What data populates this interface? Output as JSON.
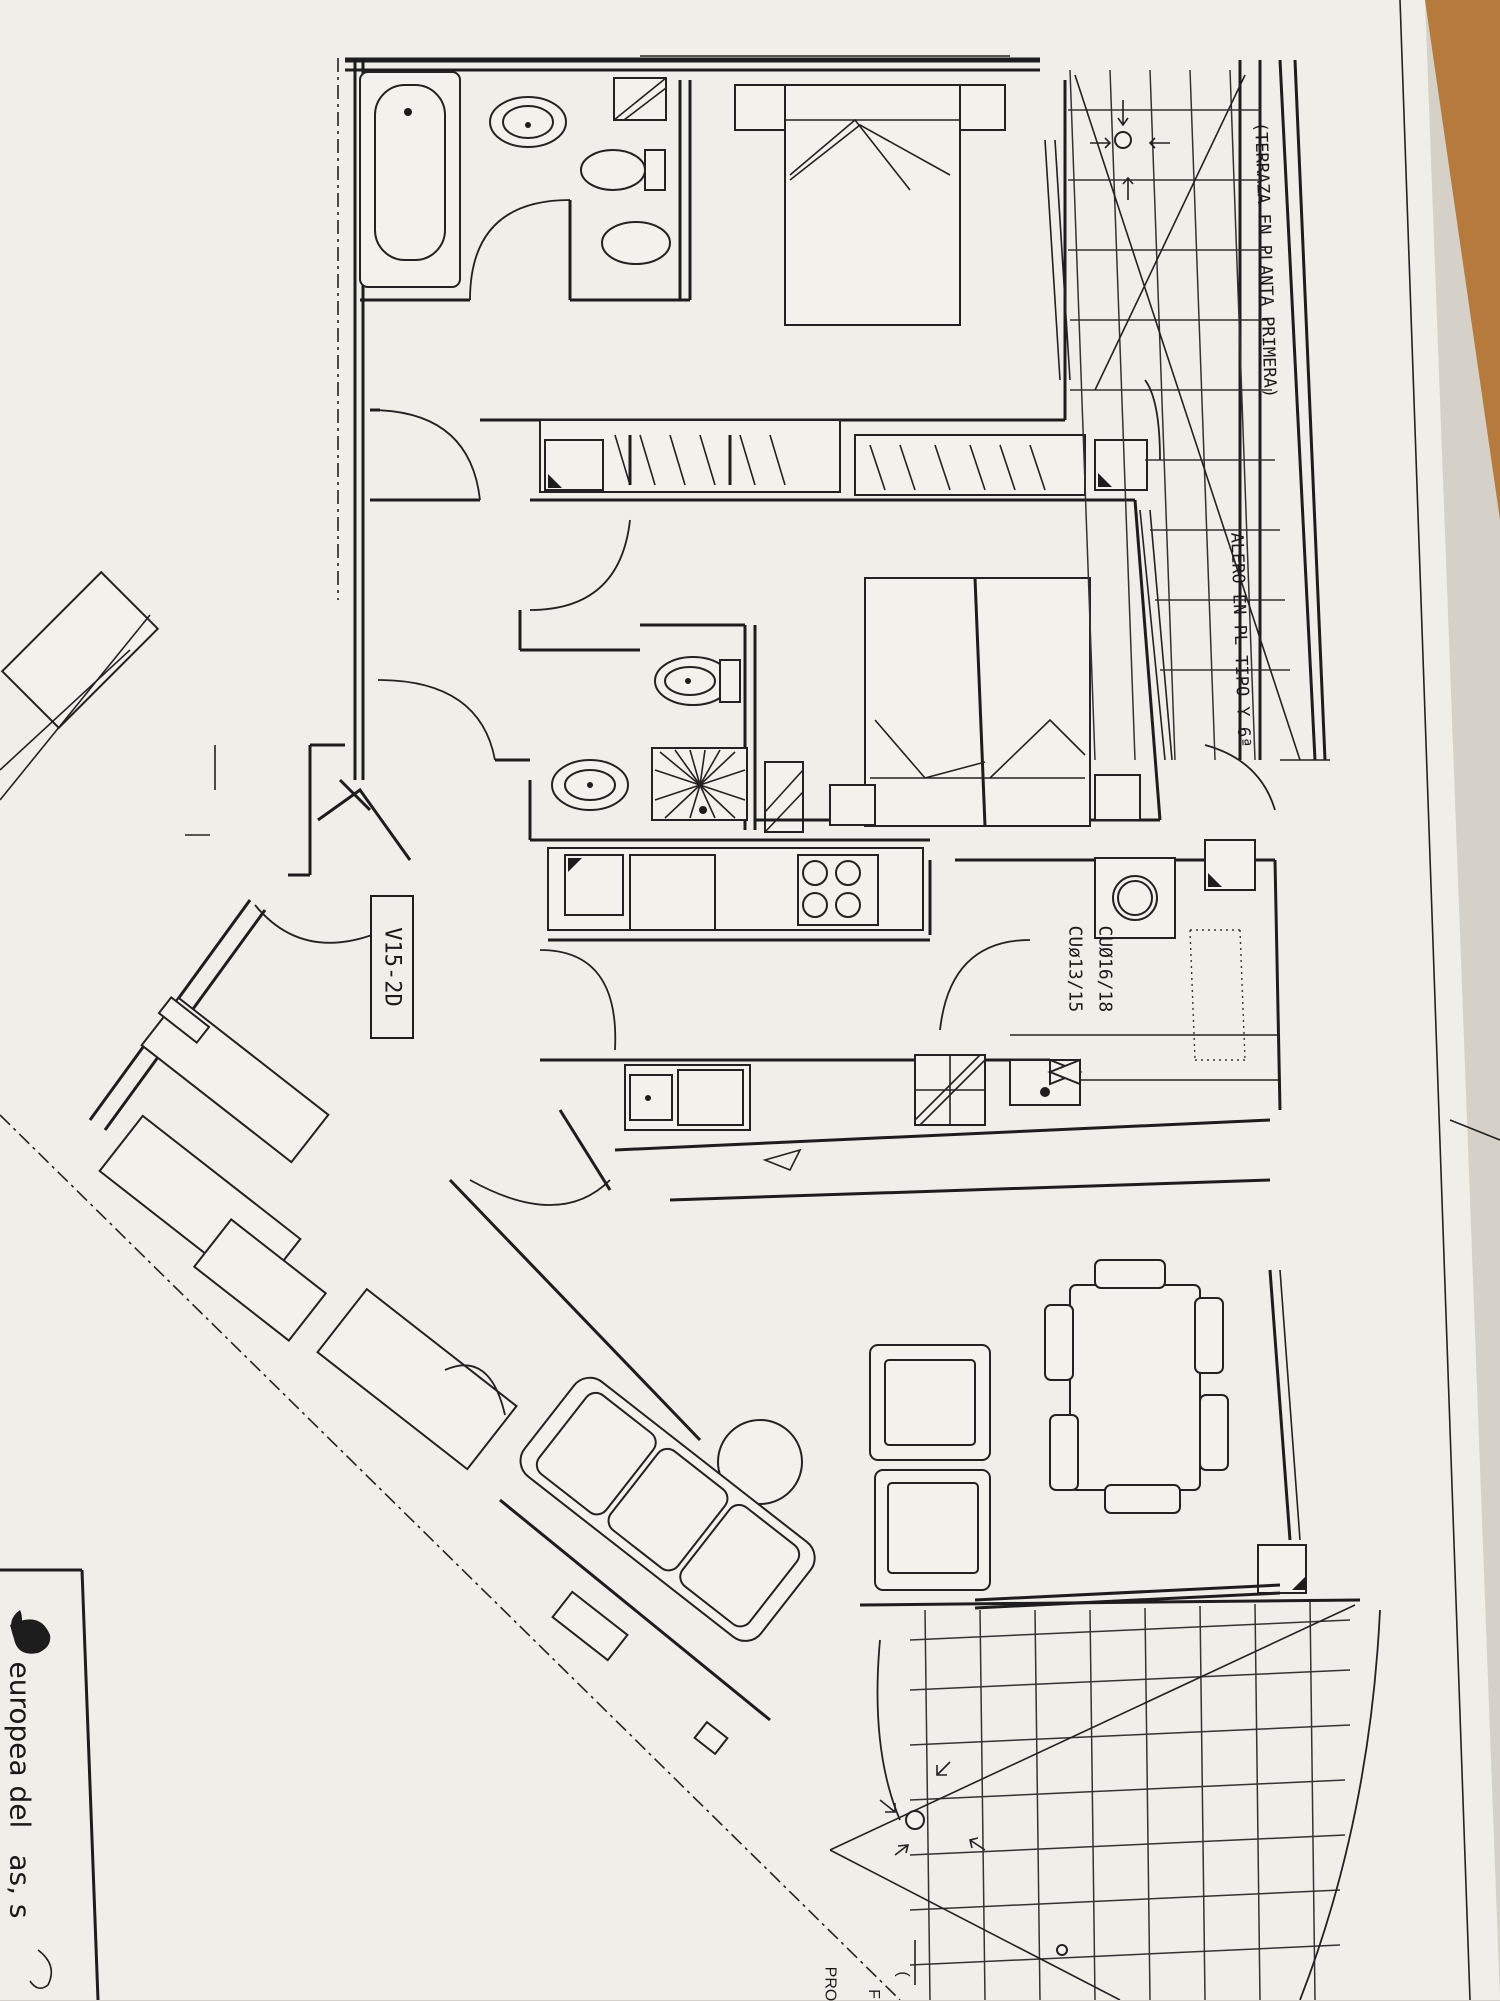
{
  "plan": {
    "unit_code": "V15-2D",
    "annotations": {
      "terrace_first_floor": "(TERRAZA EN PLANTA PRIMERA)",
      "eave": "ALERO EN PL TIPO Y 6ª",
      "pipe_1": "CUØ16/18",
      "pipe_2": "CUø13/15"
    },
    "partial_text_bottom_right": [
      "PRO",
      "(",
      "F"
    ]
  },
  "company": {
    "name_prefix": "europea del",
    "name_suffix": "as, s"
  },
  "colors": {
    "paper": "#f0eee9",
    "table": "#d6d1c8",
    "ink": "#1d1d1d"
  }
}
